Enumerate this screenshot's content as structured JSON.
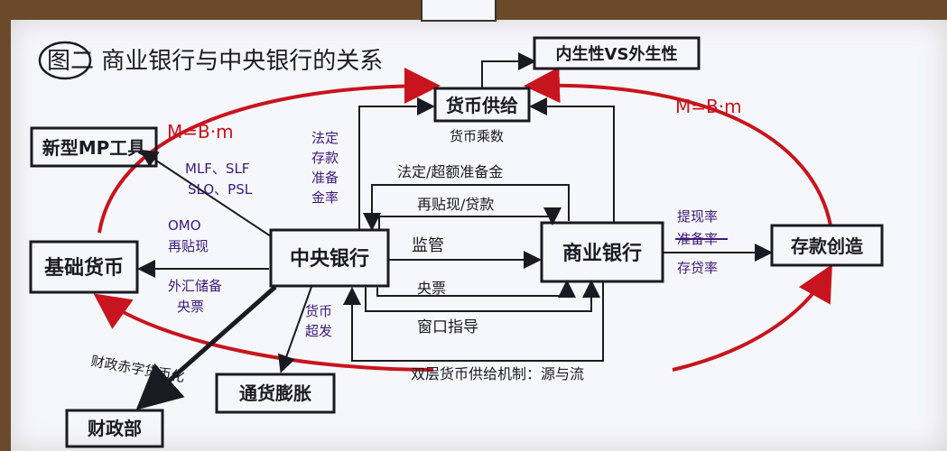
{
  "title": "图二  商业银行与中央银行的关系",
  "nodes": {
    "central_bank": "中央银行",
    "commercial_bank": "商业银行",
    "base_money": "基础货币",
    "money_supply": "货币供给",
    "money_multiplier_label": "货币乘数",
    "new_mp_tools": "新型MP工具",
    "treasury": "财政部",
    "inflation": "通货膨胀",
    "deposit_creation": "存款创造",
    "endogeneity": "内生性VS外生性"
  },
  "labels": {
    "formula_left": "M=B·m",
    "formula_right": "M=B·m",
    "cb_tools_left": [
      "法定",
      "存款",
      "准备",
      "金率"
    ],
    "tools_mlf": "MLF、SLF",
    "tools_slo": "SLO、PSL",
    "omo": "OMO",
    "rediscount_left": "再贴现",
    "fx_reserve": "外汇储备",
    "reserve_acct": "法定/超额准备金",
    "rediscount_loan": "再贴现/贷款",
    "supervision": "监管",
    "bills": "央票",
    "window_guidance": "窗口指导",
    "money_issuance": [
      "货币",
      "超发"
    ],
    "fiscal_deficit": "财政赤字货币化",
    "right_labels": [
      "提现率",
      "准备率",
      "存贷率"
    ],
    "dual_system": "双层货币供给机制：源与流"
  },
  "colors": {
    "ink": "#1a1a22",
    "purple": "#3d1a78",
    "red": "#c8141e",
    "paper": "#f6f7fb"
  }
}
